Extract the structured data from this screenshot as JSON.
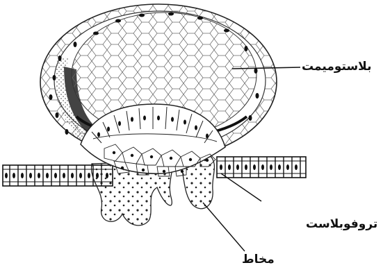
{
  "labels": {
    "blastomeres": "بلاستومیمت",
    "trophoblast": "تروفوبلاست",
    "mucosa": "مخاط"
  },
  "colors": {
    "ink": "#111111",
    "paper": "#ffffff",
    "shade": "#555555"
  }
}
